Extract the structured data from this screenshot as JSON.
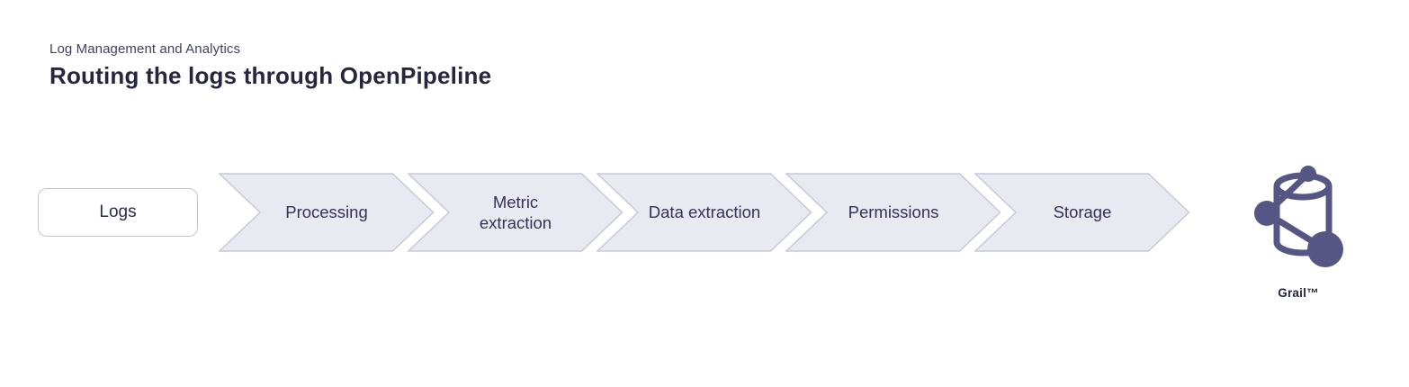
{
  "header": {
    "eyebrow": "Log Management and Analytics",
    "title": "Routing the logs through OpenPipeline"
  },
  "pipeline": {
    "source": {
      "label": "Logs"
    },
    "stages": [
      {
        "label": "Processing"
      },
      {
        "label": "Metric extraction"
      },
      {
        "label": "Data extraction"
      },
      {
        "label": "Permissions"
      },
      {
        "label": "Storage"
      }
    ],
    "destination": {
      "label": "Grail™",
      "icon": "grail-database-graph-icon"
    }
  },
  "colors": {
    "title_text": "#26263f",
    "eyebrow_text": "#3f3f63",
    "stage_text": "#33335a",
    "chevron_fill": "#e8e9f1",
    "chevron_border": "#c7c9d9",
    "source_border": "#c2c4d6",
    "icon_accent": "#565684",
    "background": "#ffffff"
  }
}
